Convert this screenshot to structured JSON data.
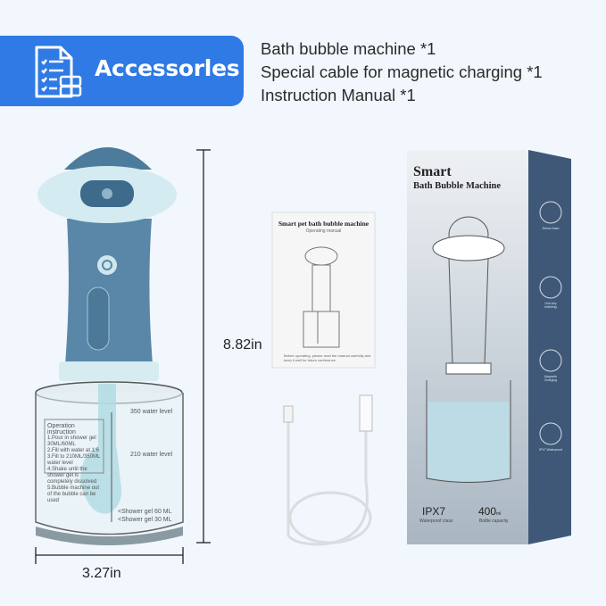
{
  "banner": {
    "title": "Accessorles",
    "icon": "document-checklist-icon",
    "color": "#2f7ae5"
  },
  "accessories": [
    "Bath bubble machine *1",
    "Special cable for magnetic charging *1",
    "Instruction Manual *1"
  ],
  "dimensions": {
    "height": "8.82in",
    "width": "3.27in"
  },
  "jar": {
    "instruction_title": "Operation instruction",
    "instructions": [
      "1.Pour in shower gel 30ML/60ML",
      "2.Fill with water at 1:6",
      "3.Fill to 210ML/350ML water level",
      "4.Shake until the shower gel is completely dissolved",
      "5.Bubble machine out of the bubble can be used"
    ],
    "marks": [
      "350 water level",
      "210 water level",
      "<Shower gel 60 ML",
      "<Shower gel 30 ML"
    ]
  },
  "manual": {
    "title": "Smart pet bath bubble machine",
    "subtitle": "Operating manual",
    "footer": "Before operating, please read the manual carefully and keep it well for future conference."
  },
  "box": {
    "title1": "Smart",
    "title2": "Bath Bubble Machine",
    "ipx": "IPX7",
    "ipx_caption": "Waterproof class",
    "capacity": "400",
    "capacity_unit": "ml",
    "capacity_caption": "Bottle capacity",
    "features": [
      "Dense foam",
      "One-key bubbling",
      "Magnetic Charging",
      "IPX7 Waterproof"
    ]
  },
  "colors": {
    "device": "#5a87a8",
    "device_light": "#cfe6ee",
    "box_side": "#3f5878"
  }
}
